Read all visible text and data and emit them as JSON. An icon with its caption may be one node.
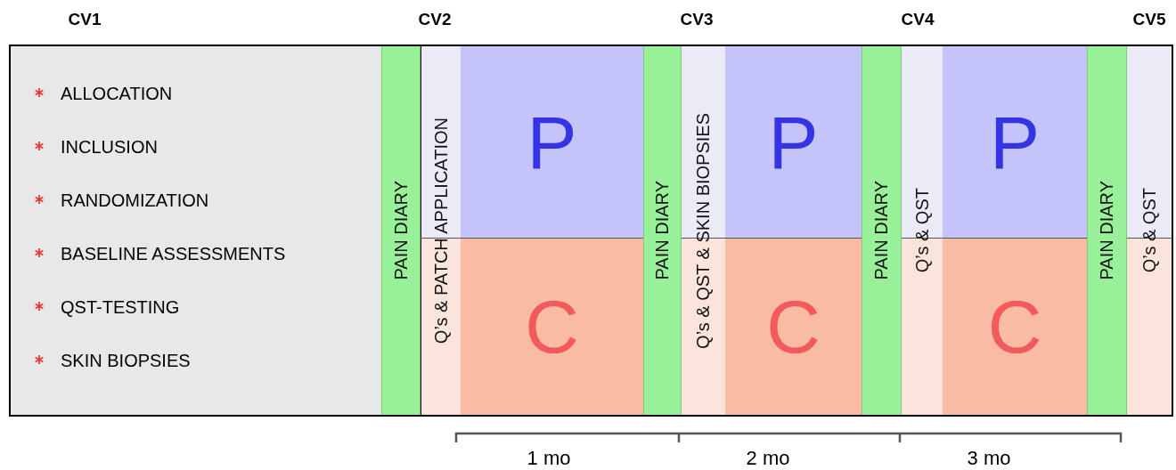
{
  "diagram": {
    "nodes": [
      {
        "text": [
          "ALLOCATION",
          "INCLUSION",
          "RANDOMIZATION",
          "BASELINE ASSESSMENTS",
          "QST-TESTING",
          "SKIN BIOPSIES"
        ]
      },
      {
        "text": [
          "PAIN DIARY"
        ]
      },
      {
        "text": [
          "Q’s & PATCH APPLICATION"
        ]
      },
      {
        "text": [
          "P"
        ]
      },
      {
        "text": [
          "C"
        ]
      },
      {
        "text": [
          "PAIN DIARY"
        ]
      },
      {
        "text": [
          "Q’s & QST & SKIN BIOPSIES"
        ]
      },
      {
        "text": [
          "P"
        ]
      },
      {
        "text": [
          "C"
        ]
      },
      {
        "text": [
          "PAIN DIARY"
        ]
      },
      {
        "text": [
          "Q’s & QST"
        ]
      },
      {
        "text": [
          "P"
        ]
      },
      {
        "text": [
          "C"
        ]
      },
      {
        "text": [
          "PAIN DIARY"
        ]
      },
      {
        "text": [
          "Q’s & QST"
        ]
      }
    ],
    "labels": [
      "CV1",
      "CV2",
      "CV3",
      "CV4",
      "CV5",
      "1 mo",
      "2 mo",
      "3 mo"
    ]
  }
}
